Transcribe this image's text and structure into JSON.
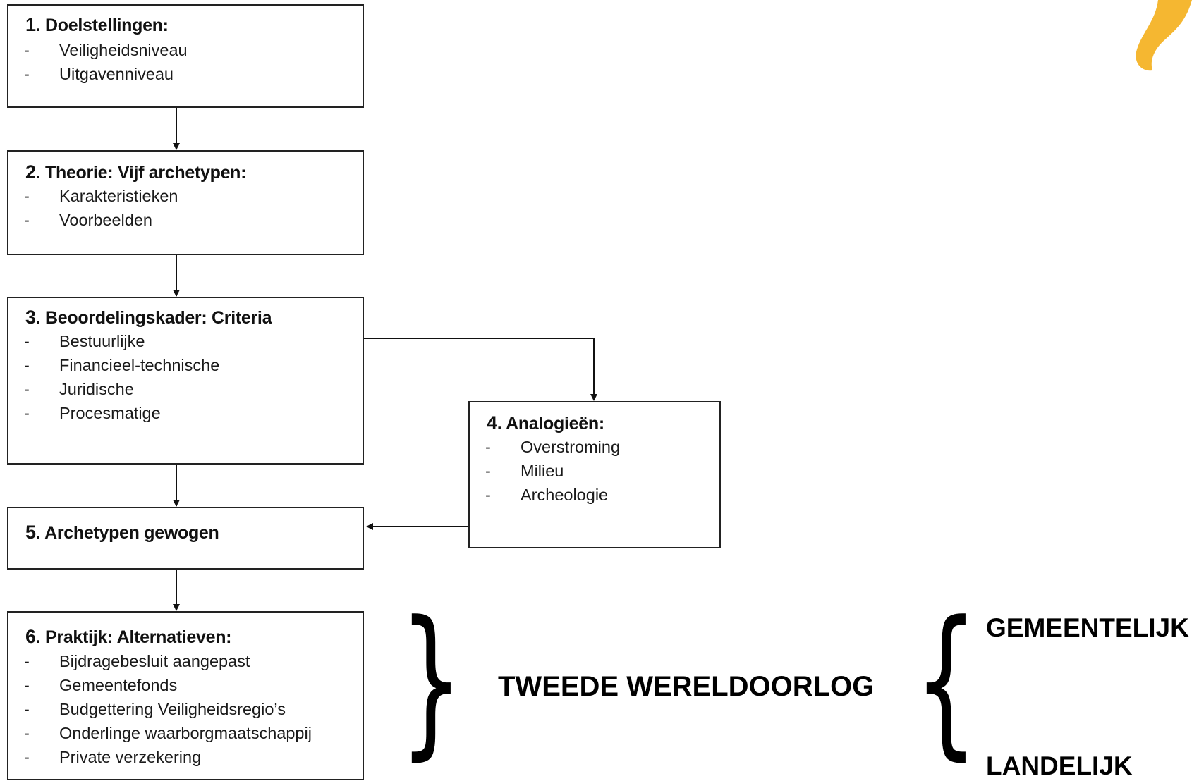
{
  "boxes": {
    "b1": {
      "num": "1",
      "title": ". Doelstellingen:",
      "items": [
        "Veiligheidsniveau",
        "Uitgavenniveau"
      ]
    },
    "b2": {
      "num": "2",
      "title": ". Theorie: Vijf archetypen:",
      "items": [
        "Karakteristieken",
        "Voorbeelden"
      ]
    },
    "b3": {
      "num": "3",
      "title": ". Beoordelingskader: Criteria",
      "items": [
        "Bestuurlijke",
        "Financieel-technische",
        "Juridische",
        "Procesmatige"
      ]
    },
    "b4": {
      "num": "4",
      "title": ". Analogieën:",
      "items": [
        "Overstroming",
        "Milieu",
        "Archeologie"
      ]
    },
    "b5": {
      "num": "5",
      "title": ". Archetypen gewogen",
      "items": []
    },
    "b6": {
      "num": "6",
      "title": ". Praktijk: Alternatieven:",
      "items": [
        "Bijdragebesluit aangepast",
        "Gemeentefonds",
        "Budgettering Veiligheidsregio’s",
        "Onderlinge waarborgmaatschappij",
        "Private verzekering"
      ]
    }
  },
  "dash": "-",
  "labels": {
    "war": "TWEEDE WERELDOORLOG",
    "municipal": "GEMEENTELIJK",
    "national": "LANDELIJK"
  },
  "braces": {
    "close": "}",
    "open": "{"
  },
  "colors": {
    "logo": "#F5B731",
    "border": "#222222"
  }
}
